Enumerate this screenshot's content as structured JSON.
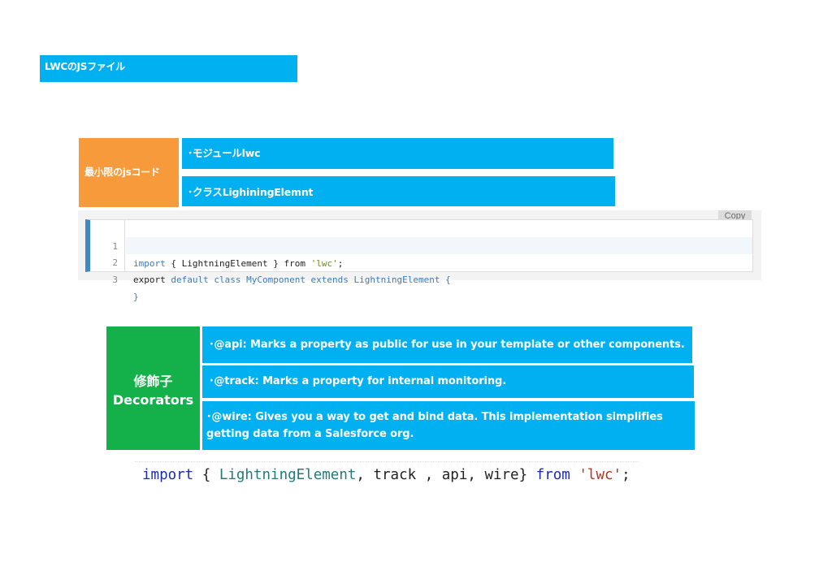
{
  "header": {
    "title": "LWCのJSファイル"
  },
  "minimal_code": {
    "label": "最小限のjsコード",
    "items": [
      "･モジュールlwc",
      "･クラスLighiningElemnt"
    ]
  },
  "code_block": {
    "copy_label": "Copy",
    "line_numbers": [
      "1",
      "2",
      "3"
    ],
    "lines": {
      "l1_import": "import",
      "l1_brace_open": " { ",
      "l1_class": "LightningElement",
      "l1_brace_close": " } ",
      "l1_from": "from",
      "l1_space": " ",
      "l1_str": "'lwc'",
      "l1_semi": ";",
      "l2_export": "export",
      "l2_rest": " default class MyComponent extends LightningElement",
      "l2_brace": " {",
      "l3": "}"
    }
  },
  "decorators": {
    "label_jp": "修飾子",
    "label_en": "Decorators",
    "items": [
      "･@api: Marks a property as public for use in your template or other components.",
      "･@track: Marks a property for internal monitoring.",
      "･@wire: Gives you a way to get and bind data. This implementation simplifies getting data from a Salesforce org."
    ]
  },
  "import_example": {
    "import": "import",
    "open": " { ",
    "cls": "LightningElement",
    "mid": ", track , api, wire} ",
    "from": "from",
    "space": " ",
    "str": "'lwc'",
    "semi": ";"
  },
  "colors": {
    "blue": "#00b0f0",
    "orange": "#f79a3c",
    "green": "#14b14b",
    "code_accent": "#3d89c5"
  }
}
